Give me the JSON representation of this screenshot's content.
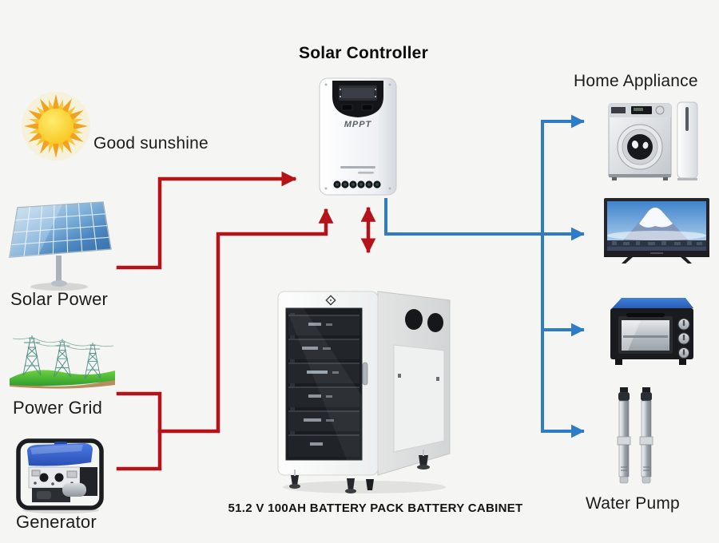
{
  "title": "Solar Controller",
  "caption": "51.2 V 100AH BATTERY PACK BATTERY CABINET",
  "controller": {
    "brand": "MPPT"
  },
  "nodes": {
    "sunshine": {
      "label": "Good sunshine"
    },
    "solar_power": {
      "label": "Solar Power"
    },
    "power_grid": {
      "label": "Power Grid"
    },
    "generator": {
      "label": "Generator"
    },
    "home_appliance": {
      "label": "Home Appliance"
    },
    "water_pump": {
      "label": "Water Pump"
    }
  },
  "connections": [
    {
      "from": "solar-power",
      "to": "solar-controller",
      "type": "input"
    },
    {
      "from": "power-grid",
      "to": "solar-controller",
      "type": "input"
    },
    {
      "from": "generator",
      "to": "solar-controller",
      "type": "input"
    },
    {
      "from": "solar-controller",
      "to": "battery-cabinet",
      "type": "bidirectional"
    },
    {
      "from": "solar-controller",
      "to": "washing-machine",
      "type": "output"
    },
    {
      "from": "solar-controller",
      "to": "television",
      "type": "output"
    },
    {
      "from": "solar-controller",
      "to": "oven",
      "type": "output"
    },
    {
      "from": "solar-controller",
      "to": "water-pump",
      "type": "output"
    }
  ],
  "colors": {
    "line-red": "#b5121a",
    "line-blue": "#2e7bc8"
  }
}
